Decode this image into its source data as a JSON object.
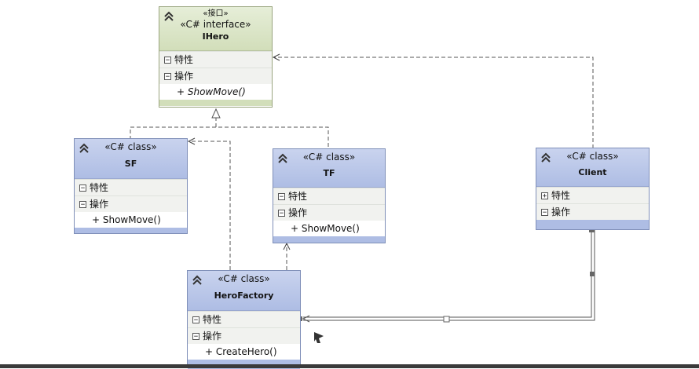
{
  "diagram": {
    "classes": {
      "ihero": {
        "stereotype_top": "«接口»",
        "stereotype": "«C# interface»",
        "name": "IHero",
        "sections": [
          "特性",
          "操作"
        ],
        "operations": [
          "+ ShowMove()"
        ]
      },
      "sf": {
        "stereotype": "«C# class»",
        "name": "SF",
        "sections": [
          "特性",
          "操作"
        ],
        "operations": [
          "+ ShowMove()"
        ]
      },
      "tf": {
        "stereotype": "«C# class»",
        "name": "TF",
        "sections": [
          "特性",
          "操作"
        ],
        "operations": [
          "+ ShowMove()"
        ]
      },
      "client": {
        "stereotype": "«C# class»",
        "name": "Client",
        "sections": [
          "特性",
          "操作"
        ]
      },
      "herofactory": {
        "stereotype": "«C# class»",
        "name": "HeroFactory",
        "sections": [
          "特性",
          "操作"
        ],
        "operations": [
          "+ CreateHero()"
        ]
      }
    },
    "relationships": [
      "SF realizes IHero",
      "TF realizes IHero",
      "Client depends on IHero",
      "HeroFactory depends on SF",
      "HeroFactory depends on TF",
      "Client associated with HeroFactory"
    ]
  }
}
